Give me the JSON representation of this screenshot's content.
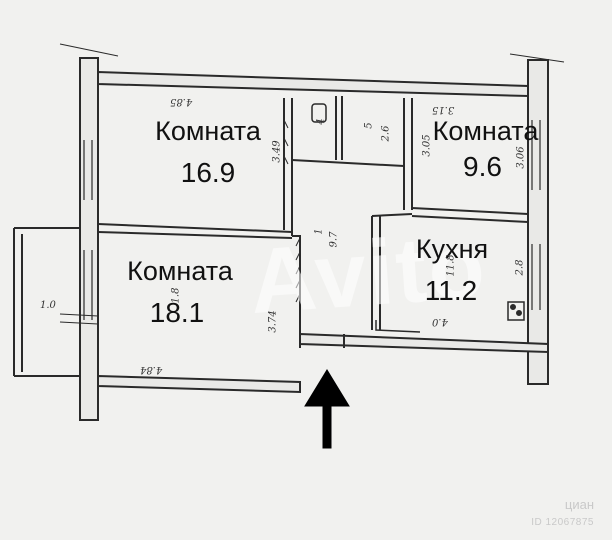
{
  "rooms": [
    {
      "label": "Комната",
      "area": "16.9"
    },
    {
      "label": "Комната",
      "area": "9.6"
    },
    {
      "label": "Кухня",
      "area": "11.2"
    },
    {
      "label": "Комната",
      "area": "18.1"
    }
  ],
  "dimensions": {
    "room1_top": "4.85",
    "room1_left": "3.49",
    "room2_top": "3.15",
    "room2_right": "3.06",
    "room2_inner": "3.05",
    "bath": "2.6",
    "bath_num": "5",
    "toilet_num": "4",
    "hall_num": "1",
    "hall_area": "9.7",
    "kitchen_right": "2.8",
    "kitchen_bottom": "4.0",
    "kitchen_inner": "11.8",
    "room3_bottom": "4.84",
    "room3_right": "3.74",
    "room3_inner": "1.8",
    "balcony": "1.0"
  },
  "watermark": "Avito",
  "cian_logo": "циан",
  "cian_id": "ID 12067875",
  "colors": {
    "wall": "#2a2a2a",
    "paper": "#f1f1ef",
    "arrow": "#000000"
  }
}
